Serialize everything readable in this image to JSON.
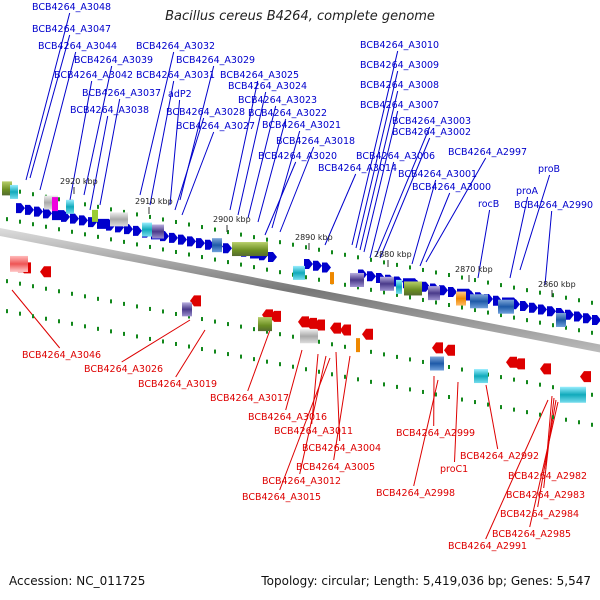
{
  "title": "Bacillus cereus B4264, complete genome",
  "footer": {
    "accession": "Accession: NC_011725",
    "summary": "Topology: circular; Length: 5,419,036 bp; Genes: 5,547"
  },
  "colors": {
    "forward": "#0000cc",
    "reverse": "#dd0000",
    "backbone": "#8c8c8c",
    "tick": "#11871a"
  },
  "ticks": [
    "2920 kbp",
    "2910 kbp",
    "2900 kbp",
    "2890 kbp",
    "2880 kbp",
    "2870 kbp",
    "2860 kbp"
  ],
  "forward_labels": [
    "BCB4264_A3048",
    "BCB4264_A3047",
    "BCB4264_A3044",
    "BCB4264_A3032",
    "BCB4264_A3039",
    "BCB4264_A3029",
    "BCB4264_A3042",
    "BCB4264_A3031",
    "BCB4264_A3025",
    "BCB4264_A3037",
    "adP2",
    "BCB4264_A3024",
    "BCB4264_A3023",
    "BCB4264_A3038",
    "BCB4264_A3028",
    "BCB4264_A3022",
    "BCB4264_A3027",
    "BCB4264_A3021",
    "BCB4264_A3018",
    "BCB4264_A3020",
    "BCB4264_A3014",
    "BCB4264_A3010",
    "BCB4264_A3009",
    "BCB4264_A3008",
    "BCB4264_A3007",
    "BCB4264_A3003",
    "BCB4264_A3002",
    "BCB4264_A3006",
    "BCB4264_A2997",
    "BCB4264_A3001",
    "BCB4264_A3000",
    "proB",
    "proA",
    "rocB",
    "BCB4264_A2990"
  ],
  "reverse_labels": [
    "BCB4264_A3046",
    "BCB4264_A3026",
    "BCB4264_A3019",
    "BCB4264_A3017",
    "BCB4264_A3016",
    "BCB4264_A3011",
    "BCB4264_A3004",
    "BCB4264_A3005",
    "BCB4264_A3012",
    "BCB4264_A3015",
    "BCB4264_A2999",
    "BCB4264_A2998",
    "proC1",
    "BCB4264_A2992",
    "BCB4264_A2982",
    "BCB4264_A2983",
    "BCB4264_A2984",
    "BCB4264_A2985",
    "BCB4264_A2991"
  ]
}
